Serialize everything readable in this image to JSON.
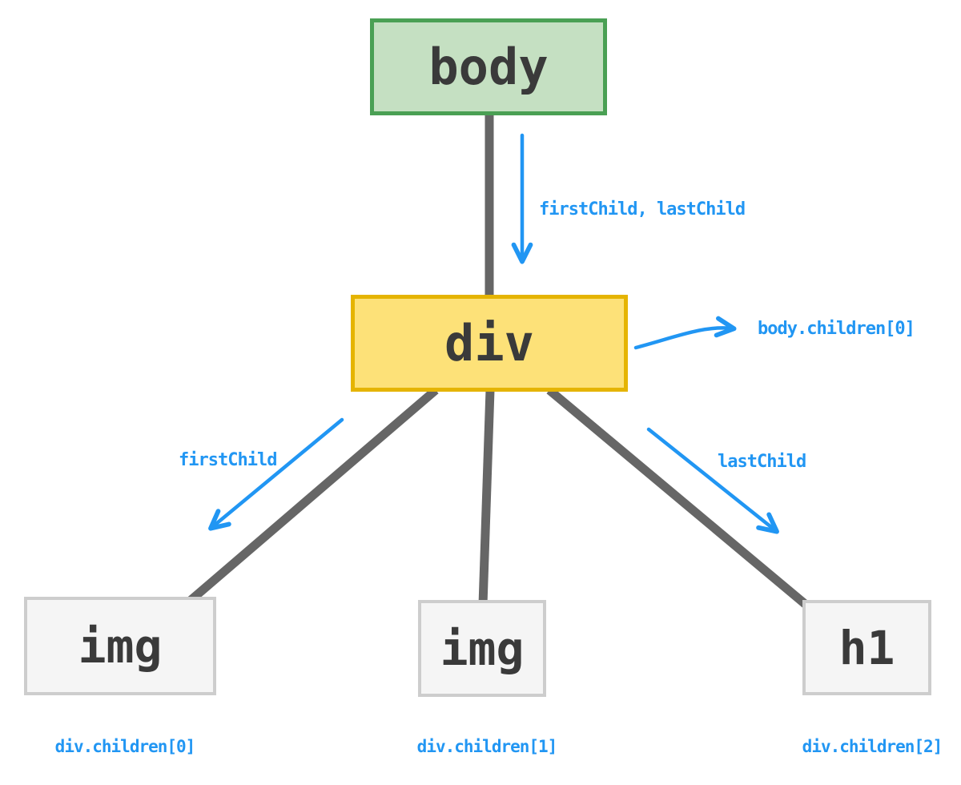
{
  "diagram": {
    "type": "dom-tree",
    "colors": {
      "background": "#ffffff",
      "body_fill": "#c5e0c2",
      "body_border": "#4aa054",
      "div_fill": "#fde178",
      "div_border": "#e5b402",
      "child_fill": "#f5f5f5",
      "child_border": "#cdcdcd",
      "connector_gray": "#666666",
      "annotation_blue": "#2196f3",
      "node_text": "#3a3a3a"
    },
    "nodes": {
      "body": {
        "label": "body"
      },
      "div": {
        "label": "div"
      },
      "child0": {
        "label": "img"
      },
      "child1": {
        "label": "img"
      },
      "child2": {
        "label": "h1"
      }
    },
    "annotations": {
      "first_last_child": "firstChild, lastChild",
      "body_children_0": "body.children[0]",
      "first_child": "firstChild",
      "last_child": "lastChild",
      "div_children_0": "div.children[0]",
      "div_children_1": "div.children[1]",
      "div_children_2": "div.children[2]"
    }
  }
}
